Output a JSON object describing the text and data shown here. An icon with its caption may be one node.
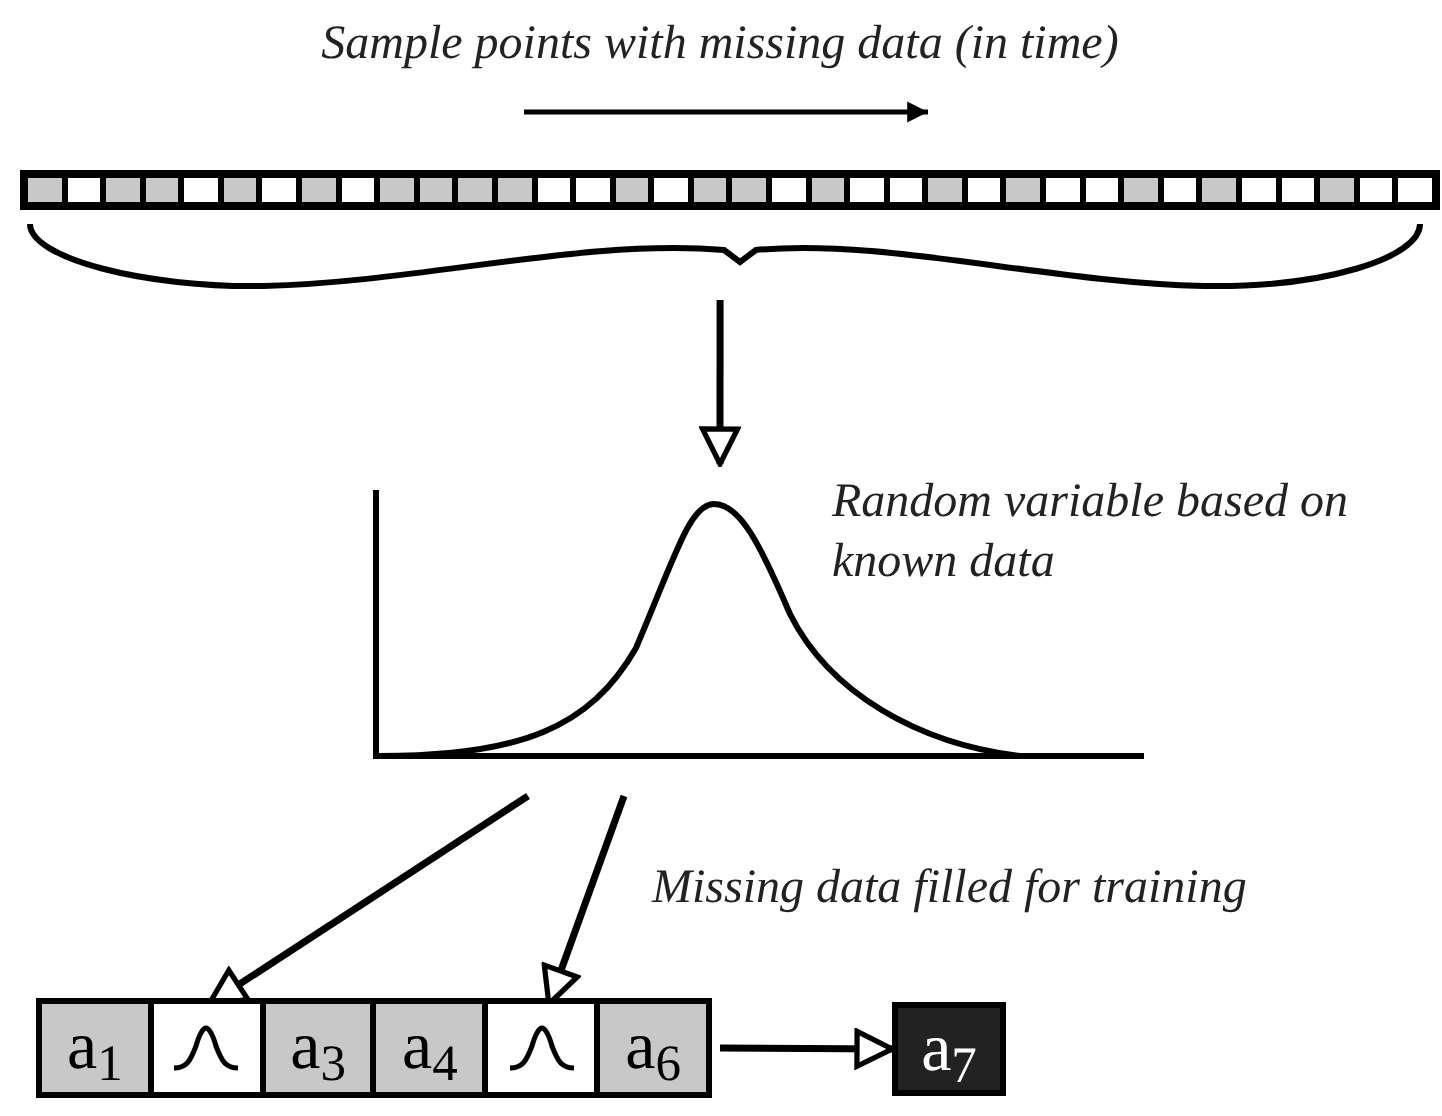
{
  "diagram": {
    "title": "Sample points with missing data (in time)",
    "nodes": [
      {
        "text": [],
        "shape": "bar"
      },
      {
        "text": [
          "Random variable based on known data"
        ]
      },
      {
        "text": [],
        "shape": "box"
      },
      {
        "text": [
          "a$_{1}$"
        ],
        "in": 2
      },
      {
        "text": [],
        "shape": "picture",
        "in": 2
      },
      {
        "text": [
          "a$_{3}$"
        ],
        "in": 2
      },
      {
        "text": [
          "a$_{4}$"
        ],
        "in": 2
      },
      {
        "text": [],
        "shape": "picture",
        "in": 2
      },
      {
        "text": [
          "a$_{6}$"
        ],
        "in": 2
      },
      {
        "text": [
          "a$_{7}$"
        ]
      }
    ],
    "edges": [
      {
        "from": 0,
        "to": 1,
        "arrow": "to"
      },
      {
        "from": 1,
        "to": 4,
        "arrow": "to"
      },
      {
        "from": 1,
        "to": 7,
        "arrow": "to"
      },
      {
        "from": 2,
        "to": 9,
        "arrow": "to"
      }
    ],
    "labels": [
      "Missing data filled for training"
    ]
  }
}
